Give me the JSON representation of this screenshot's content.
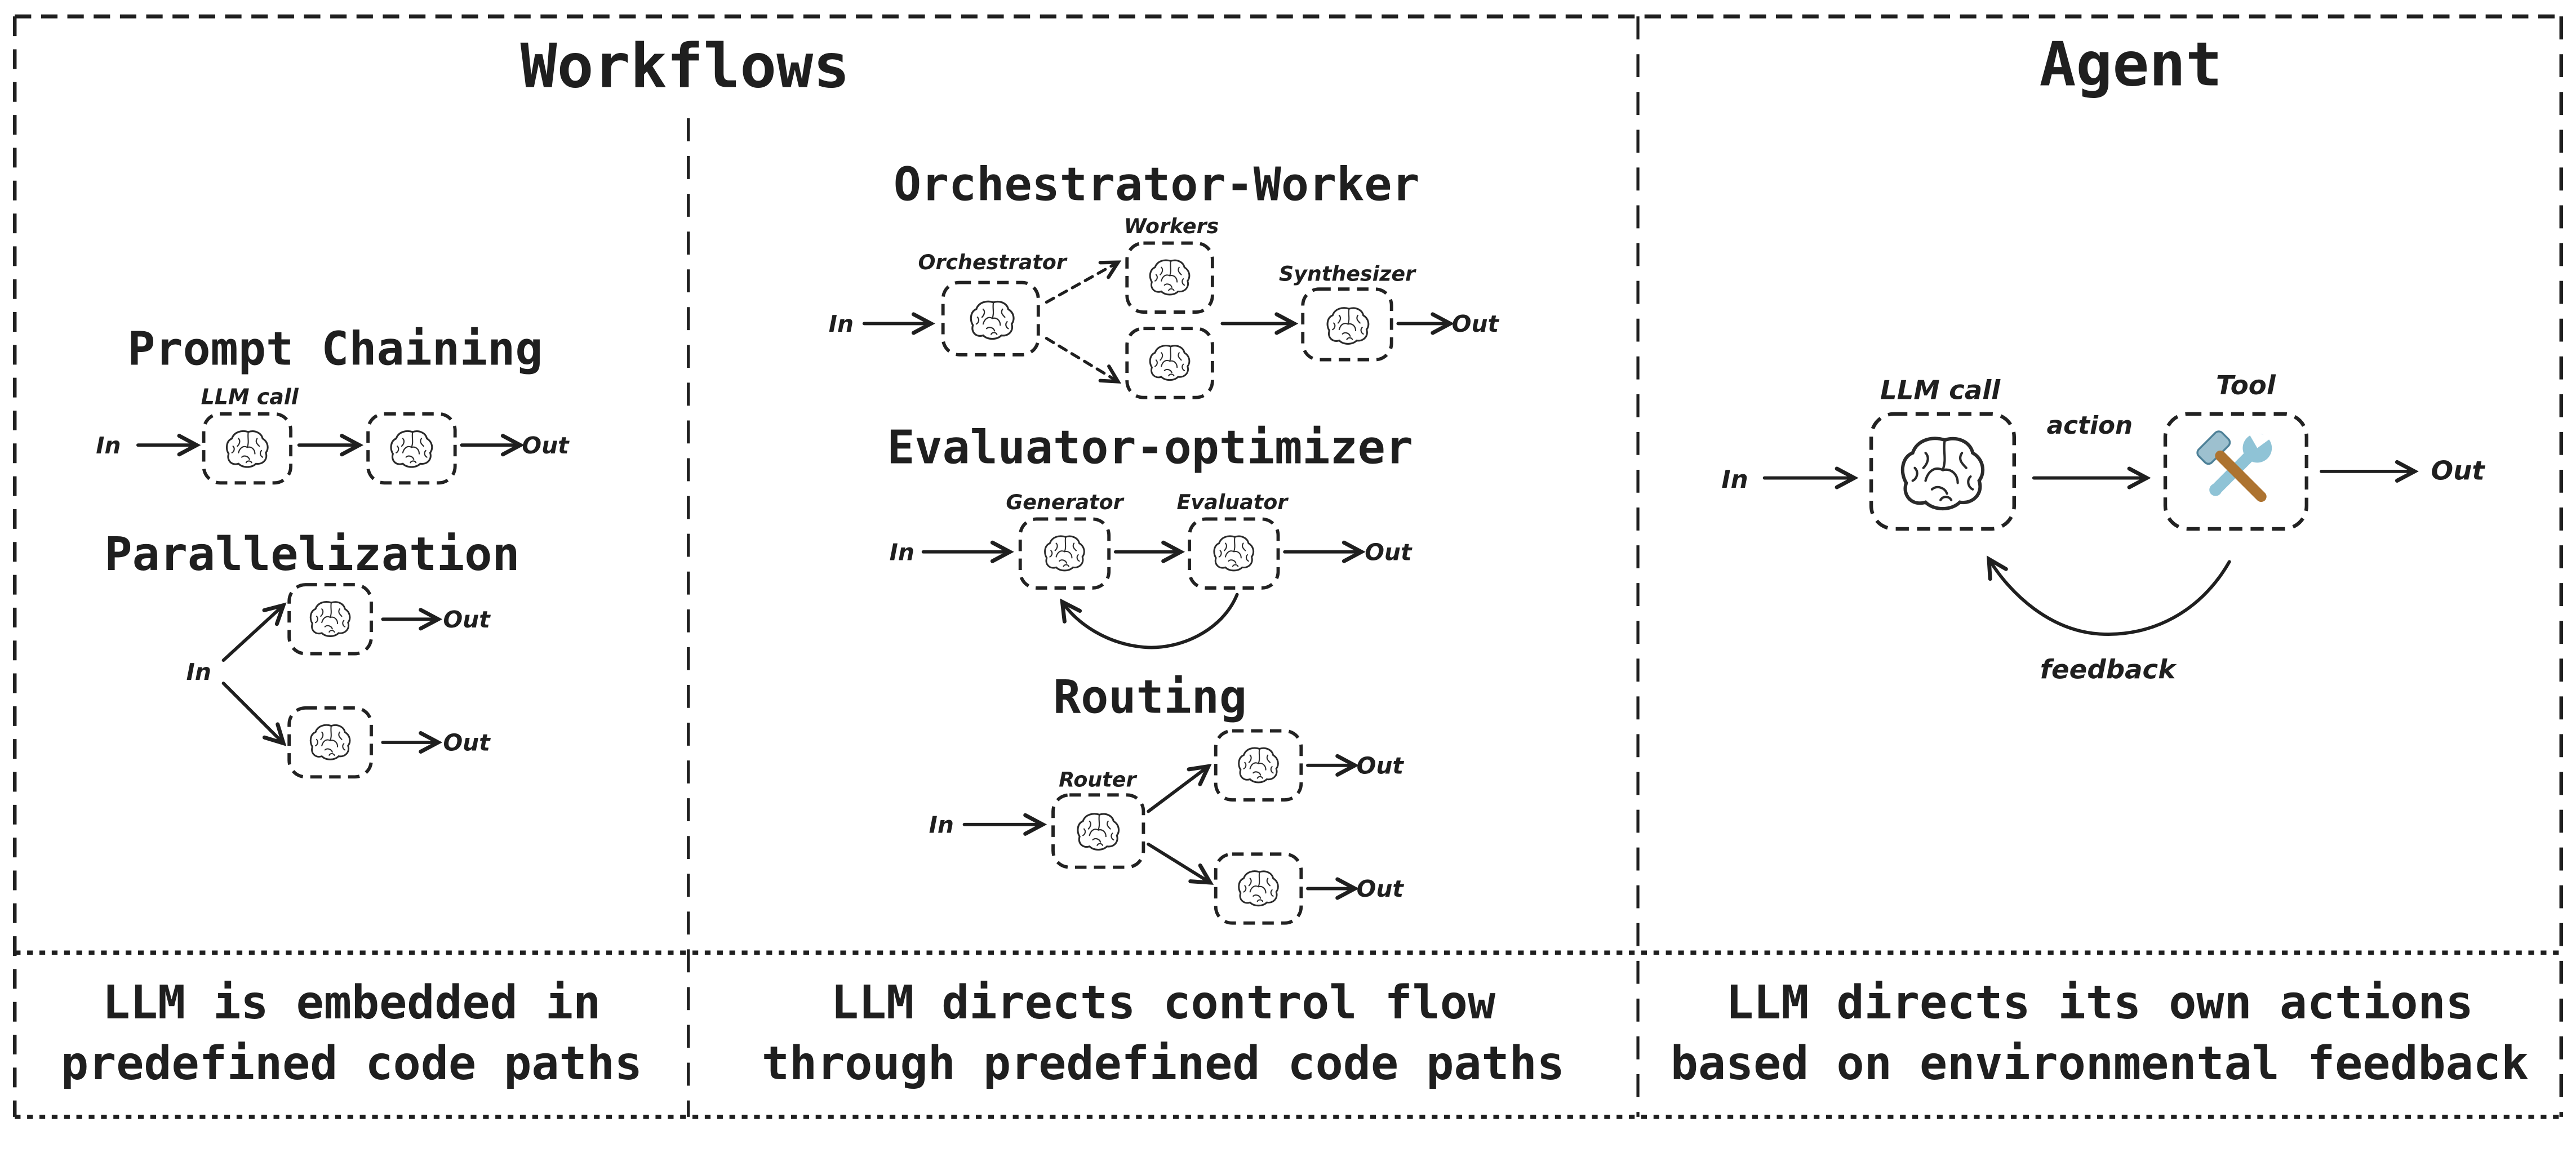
{
  "colors": {
    "ink": "#1f1f1f",
    "background": "#ffffff",
    "tool_steel_blue": "#8fc3d6",
    "tool_steel_dark": "#4e8198",
    "tool_handle_brown": "#ad7330"
  },
  "workflows": {
    "title": "Workflows",
    "prompt_chaining": {
      "title": "Prompt Chaining",
      "box_label": "LLM call",
      "in_label": "In",
      "out_label": "Out"
    },
    "parallelization": {
      "title": "Parallelization",
      "in_label": "In",
      "out_label": "Out"
    },
    "orchestrator_worker": {
      "title": "Orchestrator-Worker",
      "workers_label": "Workers",
      "orchestrator_label": "Orchestrator",
      "synthesizer_label": "Synthesizer",
      "in_label": "In",
      "out_label": "Out"
    },
    "evaluator_optimizer": {
      "title": "Evaluator-optimizer",
      "generator_label": "Generator",
      "evaluator_label": "Evaluator",
      "in_label": "In",
      "out_label": "Out"
    },
    "routing": {
      "title": "Routing",
      "router_label": "Router",
      "in_label": "In",
      "out_label": "Out"
    },
    "caption_left": {
      "line1": "LLM is embedded in",
      "line2": "predefined code paths"
    },
    "caption_right": {
      "line1": "LLM directs control flow",
      "line2": "through predefined code paths"
    }
  },
  "agent": {
    "title": "Agent",
    "llm_call_label": "LLM call",
    "tool_label": "Tool",
    "action_label": "action",
    "feedback_label": "feedback",
    "in_label": "In",
    "out_label": "Out",
    "caption": {
      "line1": "LLM directs its own actions",
      "line2": "based on environmental feedback"
    }
  }
}
